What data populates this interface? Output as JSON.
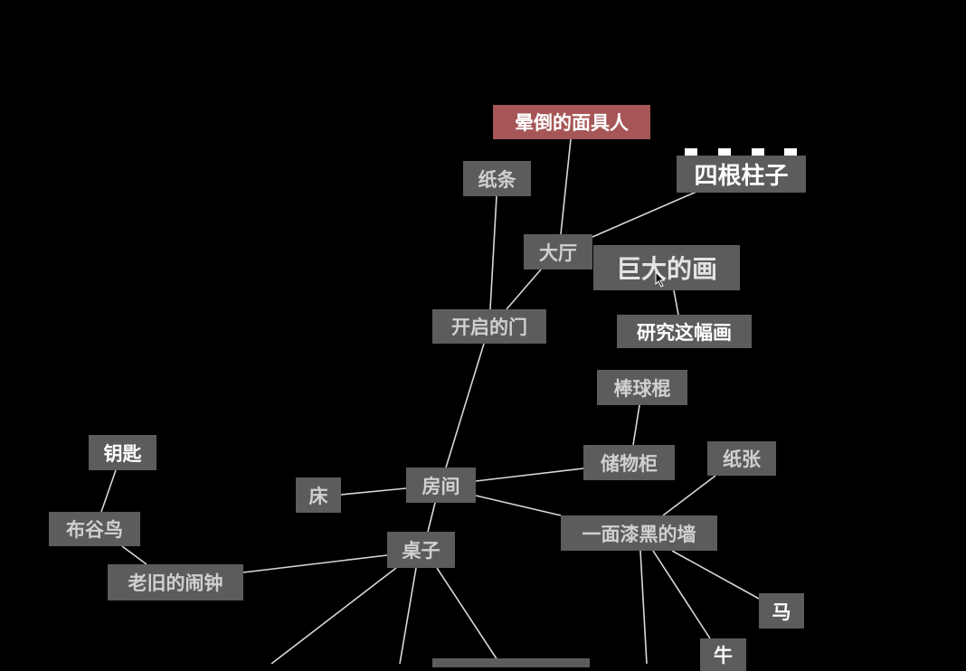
{
  "nodes": {
    "unconscious_mask": "晕倒的面具人",
    "note": "纸条",
    "four_pillars": "四根柱子",
    "hall": "大厅",
    "huge_painting": "巨大的画",
    "open_door": "开启的门",
    "study_painting": "研究这幅画",
    "baseball_bat": "棒球棍",
    "key": "钥匙",
    "storage_cabinet": "储物柜",
    "paper": "纸张",
    "bed": "床",
    "room": "房间",
    "cuckoo": "布谷鸟",
    "black_wall": "一面漆黑的墙",
    "desk": "桌子",
    "old_alarm_clock": "老旧的闹钟",
    "horse": "马",
    "cow": "牛"
  },
  "colors": {
    "background": "#000000",
    "node": "#5c5c5c",
    "node_highlight": "#a65656",
    "edge": "#d8d8d8"
  }
}
